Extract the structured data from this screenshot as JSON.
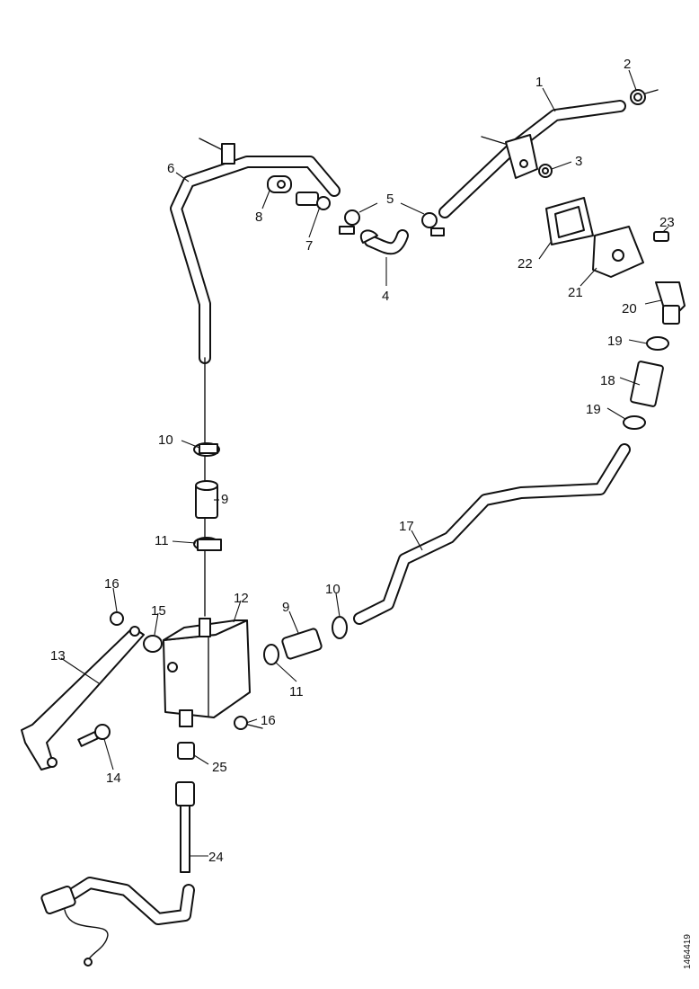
{
  "callouts": {
    "c1": "1",
    "c2": "2",
    "c3": "3",
    "c4": "4",
    "c5": "5",
    "c6": "6",
    "c7": "7",
    "c8": "8",
    "c9a": "9",
    "c9b": "9",
    "c10a": "10",
    "c10b": "10",
    "c11a": "11",
    "c11b": "11",
    "c12": "12",
    "c13": "13",
    "c14": "14",
    "c15": "15",
    "c16a": "16",
    "c16b": "16",
    "c17": "17",
    "c18": "18",
    "c19a": "19",
    "c19b": "19",
    "c20": "20",
    "c21": "21",
    "c22": "22",
    "c23": "23",
    "c24": "24",
    "c25": "25"
  },
  "reference_code": "1464419"
}
